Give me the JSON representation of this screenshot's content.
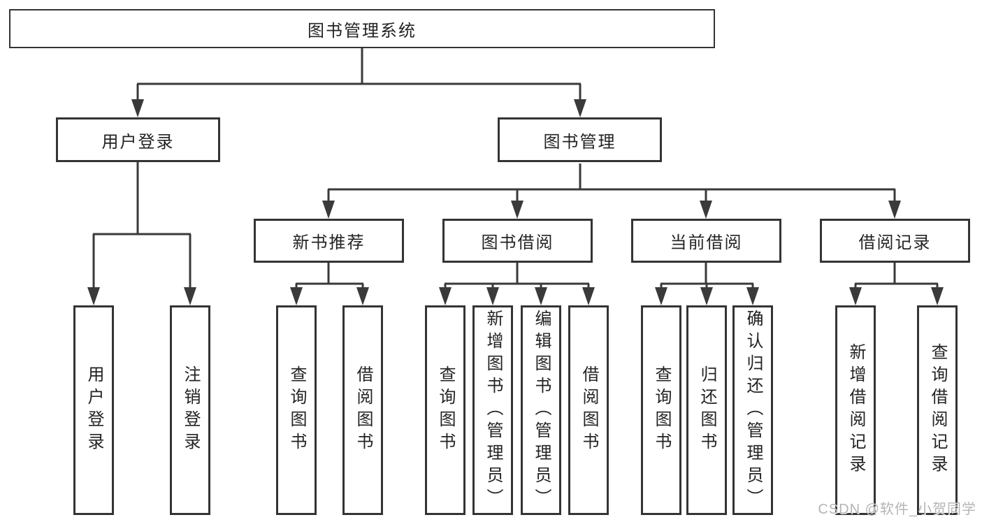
{
  "colors": {
    "background": "#ffffff",
    "box_bg": "#ffffff",
    "box_border": "#343434",
    "line": "#3a3a3a",
    "text": "#232323",
    "watermark": "#b5b5b5"
  },
  "root": {
    "label": "图书管理系统"
  },
  "level1": [
    {
      "label": "用户登录"
    },
    {
      "label": "图书管理"
    }
  ],
  "level2": [
    {
      "label": "新书推荐"
    },
    {
      "label": "图书借阅"
    },
    {
      "label": "当前借阅"
    },
    {
      "label": "借阅记录"
    }
  ],
  "leaves": [
    {
      "label": "用户登录"
    },
    {
      "label": "注销登录"
    },
    {
      "label": "查询图书"
    },
    {
      "label": "借阅图书"
    },
    {
      "label": "查询图书"
    },
    {
      "label": "新增图书（管理员）"
    },
    {
      "label": "编辑图书（管理员）"
    },
    {
      "label": "借阅图书"
    },
    {
      "label": "查询图书"
    },
    {
      "label": "归还图书"
    },
    {
      "label": "确认归还（管理员）"
    },
    {
      "label": "新增借阅记录"
    },
    {
      "label": "查询借阅记录"
    }
  ],
  "watermark": "CSDN @软件_小贺同学"
}
